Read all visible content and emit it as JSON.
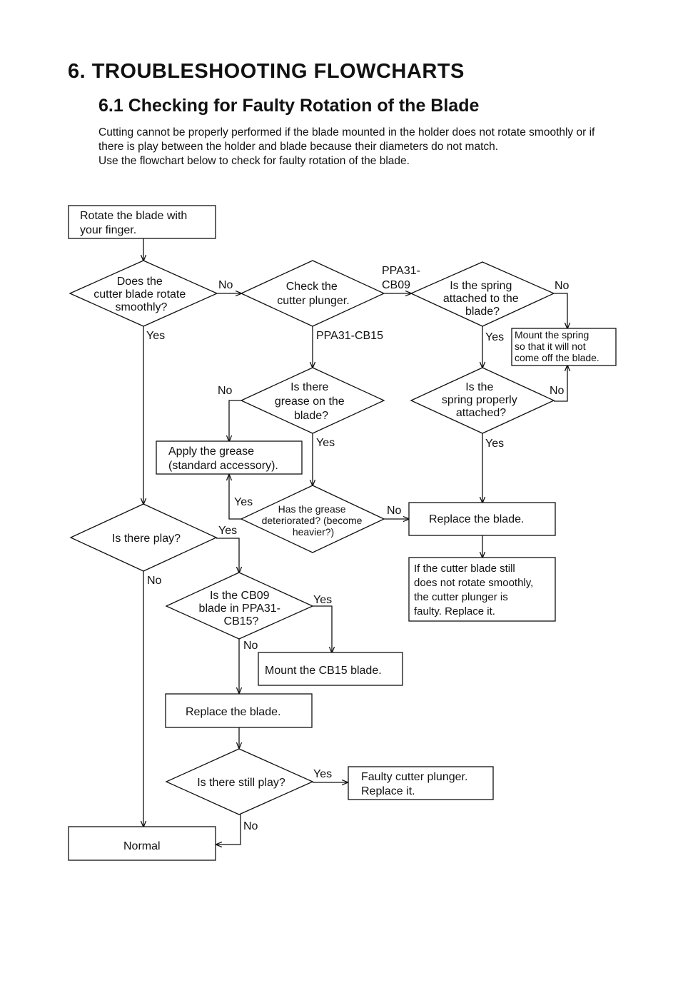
{
  "section": {
    "title": "6. TROUBLESHOOTING FLOWCHARTS",
    "subtitle": "6.1 Checking for Faulty Rotation of the Blade",
    "intro_1": "Cutting cannot be properly performed if the blade mounted in the holder does not rotate smoothly or if there is play between the holder and blade because their diameters do not match.",
    "intro_2": "Use the flowchart below to check for faulty rotation of the blade."
  },
  "flowchart": {
    "nodes": {
      "rotate": [
        "Rotate the blade with",
        "your finger."
      ],
      "rotate_smooth": [
        "Does the",
        "cutter blade rotate",
        "smoothly?"
      ],
      "check_plunger": [
        "Check the",
        "cutter plunger."
      ],
      "spring_attached": [
        "Is the spring",
        "attached to the",
        "blade?"
      ],
      "mount_spring": [
        "Mount the spring",
        "so that it will not",
        "come off the blade."
      ],
      "grease_on": [
        "Is there",
        "grease on the",
        "blade?"
      ],
      "spring_proper": [
        "Is the",
        "spring properly",
        "attached?"
      ],
      "apply_grease": [
        "Apply the grease",
        "(standard accessory)."
      ],
      "grease_deteriorated": [
        "Has the grease",
        "deteriorated? (become",
        "heavier?)"
      ],
      "replace_blade_1": [
        "Replace the blade."
      ],
      "plunger_faulty": [
        "If the cutter blade still",
        "does not rotate smoothly,",
        "the cutter plunger is",
        "faulty.  Replace it."
      ],
      "play": [
        "Is there play?"
      ],
      "cb09": [
        "Is the CB09",
        "blade in PPA31-",
        "CB15?"
      ],
      "mount_cb15": [
        "Mount the CB15 blade."
      ],
      "replace_blade_2": [
        "Replace the blade."
      ],
      "still_play": [
        "Is there still play?"
      ],
      "faulty_plunger": [
        "Faulty cutter plunger.",
        "Replace it."
      ],
      "normal": [
        "Normal"
      ]
    },
    "labels": {
      "smooth_no": "No",
      "smooth_yes": "Yes",
      "ppa31_cb09": [
        "PPA31-",
        "CB09"
      ],
      "ppa31_cb15": "PPA31-CB15",
      "spring_no": "No",
      "spring_yes": "Yes",
      "grease_no": "No",
      "grease_yes": "Yes",
      "proper_no": "No",
      "proper_yes": "Yes",
      "deteriorated_yes": "Yes",
      "deteriorated_no": "No",
      "play_yes": "Yes",
      "play_no": "No",
      "cb09_yes": "Yes",
      "cb09_no": "No",
      "still_yes": "Yes",
      "still_no": "No"
    }
  }
}
